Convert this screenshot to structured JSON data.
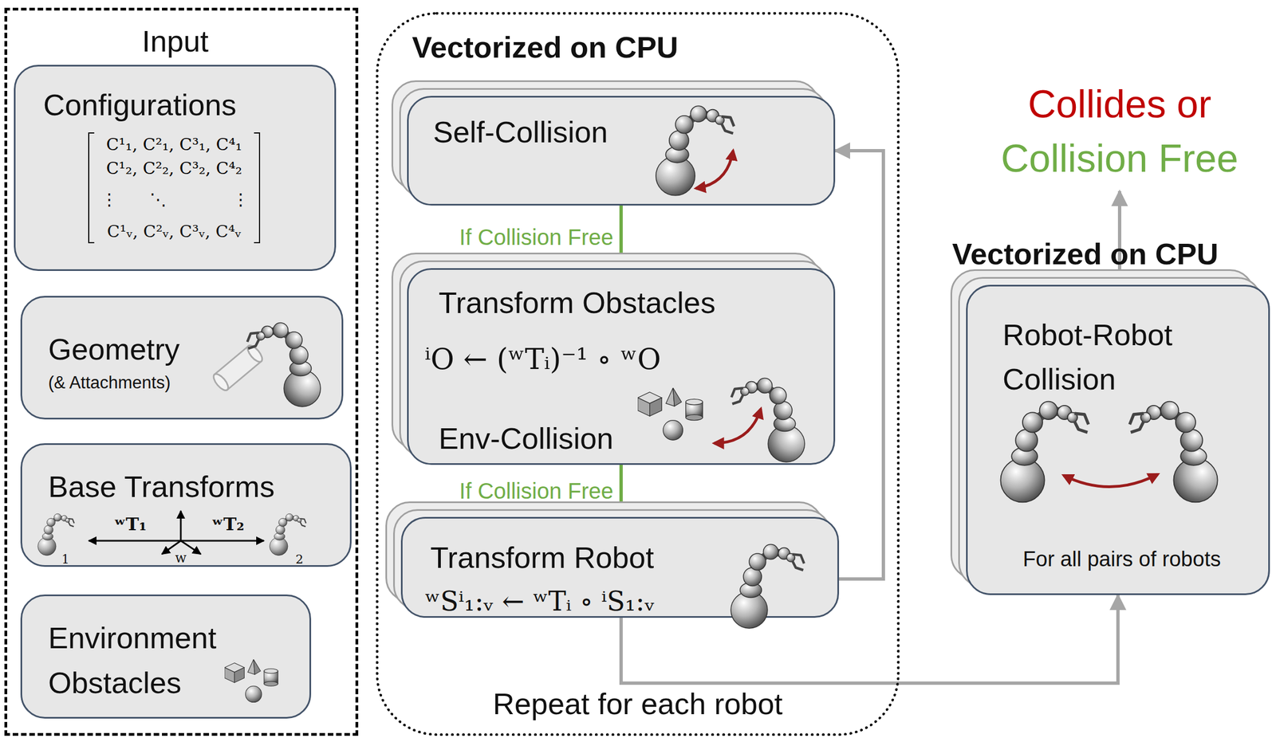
{
  "diagram": {
    "nodes": [
      {
        "text": [
          "Input"
        ]
      },
      {
        "text": [
          "Configurations"
        ],
        "in": 0
      },
      {
        "text": [
          "Geometry",
          "(& Attachments)"
        ],
        "in": 0
      },
      {
        "text": [
          "Base Transforms"
        ],
        "in": 0
      },
      {
        "text": [
          "Environment Obstacles"
        ],
        "in": 0
      },
      {
        "text": [
          "Vectorized on CPU",
          "Repeat for each robot"
        ]
      },
      {
        "text": [
          "Self-Collision"
        ],
        "in": 5
      },
      {
        "text": [
          "Transform Obstacles",
          "ⁱO ← (ʷTᵢ)⁻¹ ∘ ʷO",
          "Env-Collision"
        ],
        "in": 5
      },
      {
        "text": [
          "Transform Robot",
          "ʷSⁱ₁:ᵥ ← ʷTᵢ ∘ ⁱS₁:ᵥ"
        ],
        "in": 5
      },
      {
        "text": [
          "Vectorized on CPU",
          "Robot-Robot Collision",
          "For all pairs of robots"
        ]
      }
    ],
    "edges": [
      {
        "from": 6,
        "to": 7,
        "arrow": "to",
        "label": "If Collision Free"
      },
      {
        "from": 7,
        "to": 8,
        "arrow": "to",
        "label": "If Collision Free"
      },
      {
        "from": 8,
        "to": 6,
        "arrow": "to"
      },
      {
        "from": 8,
        "to": 9,
        "arrow": "to"
      }
    ],
    "labels": [
      "C¹₁, C²₁, C³₁, C⁴₁",
      "C¹₂, C²₂, C³₂, C⁴₂",
      "⋮",
      "⋱",
      "⋮",
      "C¹ᵥ, C²ᵥ, C³ᵥ, C⁴ᵥ",
      "ʷT₁",
      "ʷT₂",
      "w",
      "1",
      "2",
      "Collides or",
      "Collision Free"
    ]
  }
}
